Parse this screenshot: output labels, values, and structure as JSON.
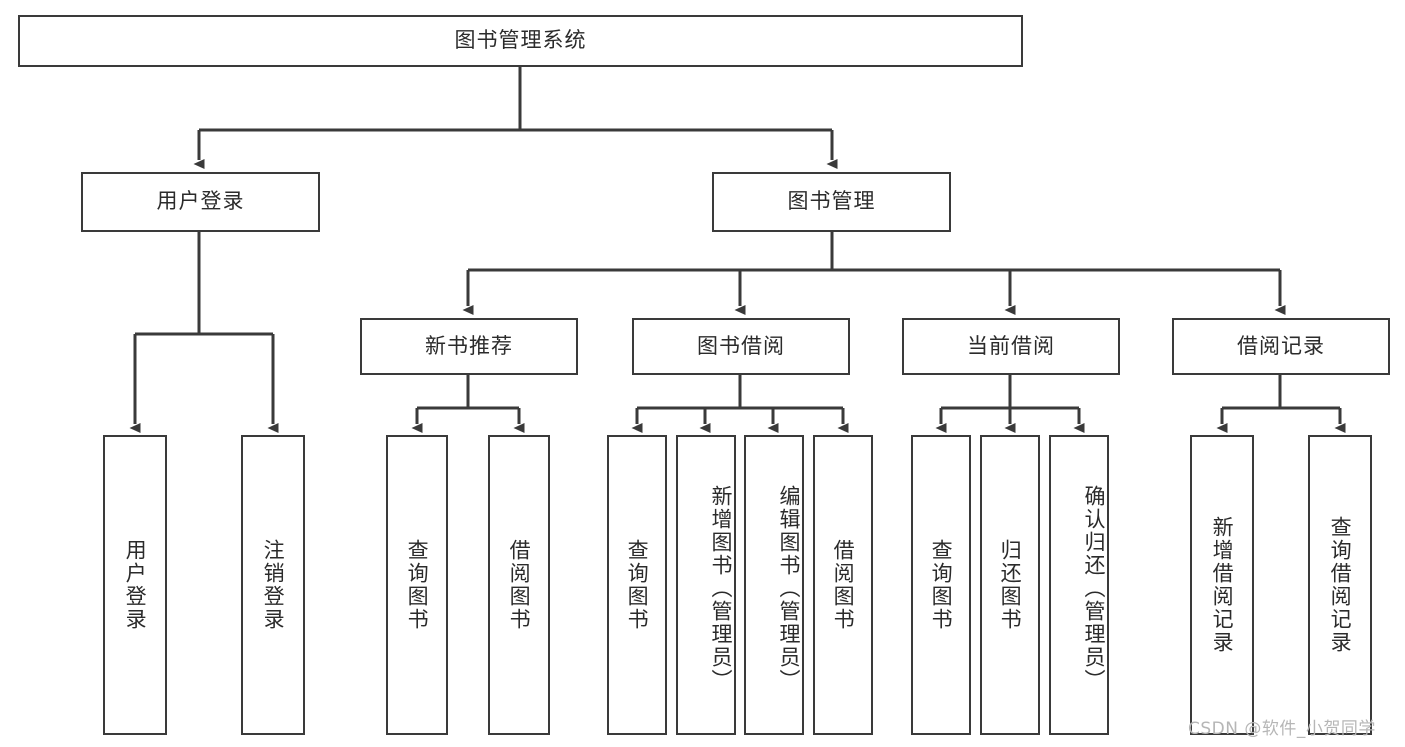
{
  "diagram": {
    "title": "图书管理系统",
    "type": "hierarchy-tree",
    "colors": {
      "box_border": "#3a3a3a",
      "box_fill": "#ffffff",
      "text": "#2b2b2b",
      "edge": "#3a3a3a",
      "watermark": "#b6b6b6"
    },
    "nodes": {
      "root": {
        "label": "图书管理系统"
      },
      "level1": [
        {
          "label": "用户登录"
        },
        {
          "label": "图书管理"
        }
      ],
      "level2": [
        {
          "label": "新书推荐"
        },
        {
          "label": "图书借阅"
        },
        {
          "label": "当前借阅"
        },
        {
          "label": "借阅记录"
        }
      ],
      "leaves": {
        "user_login": [
          {
            "label": "用户登录"
          },
          {
            "label": "注销登录"
          }
        ],
        "new_book_recommend": [
          {
            "label": "查询图书"
          },
          {
            "label": "借阅图书"
          }
        ],
        "book_borrow": [
          {
            "label": "查询图书"
          },
          {
            "label": "新增图书（管理员）"
          },
          {
            "label": "编辑图书（管理员）"
          },
          {
            "label": "借阅图书"
          }
        ],
        "current_borrow": [
          {
            "label": "查询图书"
          },
          {
            "label": "归还图书"
          },
          {
            "label": "确认归还（管理员）"
          }
        ],
        "borrow_record": [
          {
            "label": "新增借阅记录"
          },
          {
            "label": "查询借阅记录"
          }
        ]
      }
    }
  },
  "watermark": {
    "text": "CSDN @软件_小贺同学"
  }
}
